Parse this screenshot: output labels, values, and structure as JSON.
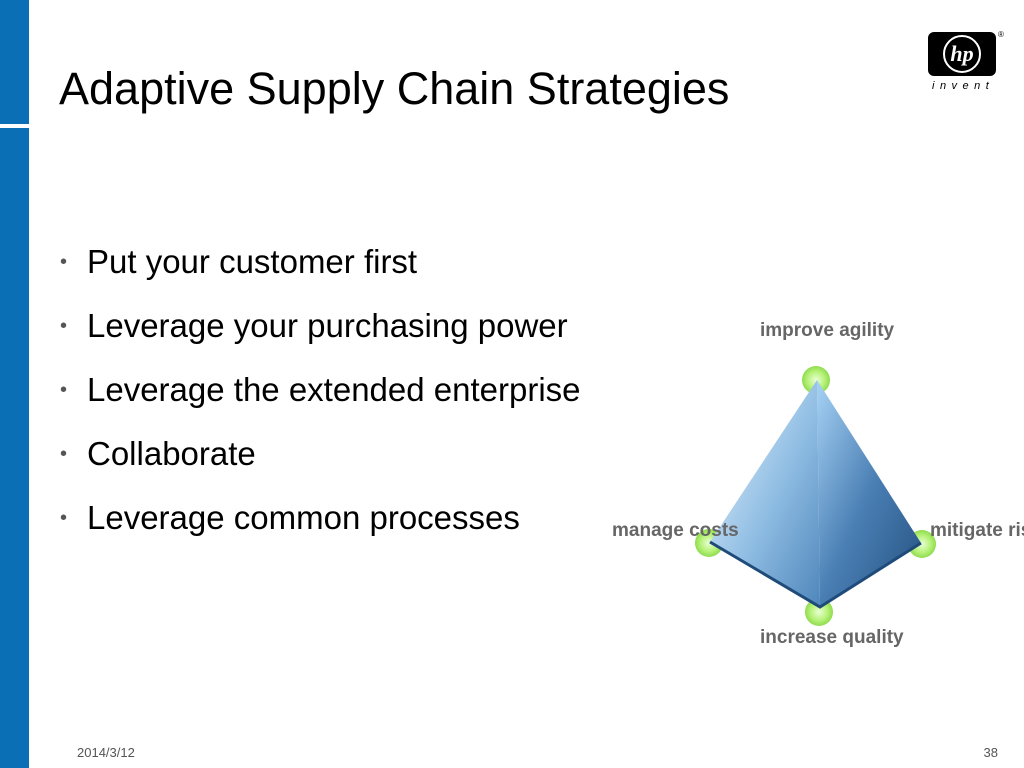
{
  "slide": {
    "title": "Adaptive Supply Chain Strategies",
    "bullets": [
      "Put your customer first",
      "Leverage your purchasing power",
      "Leverage the extended enterprise",
      "Collaborate",
      "Leverage common processes"
    ],
    "bullet_glyph": "•",
    "footer": {
      "date": "2014/3/12",
      "page": "38"
    }
  },
  "logo": {
    "mark": "hp",
    "tagline": "invent",
    "registered": "®"
  },
  "diagram": {
    "top": "improve agility",
    "left": "manage costs",
    "right": "mitigate risk",
    "bottom": "increase quality"
  },
  "colors": {
    "accent_bar": "#0b6fb5",
    "pyramid_light": "#dcefff",
    "pyramid_mid": "#6fa9d6",
    "pyramid_dark": "#2c5d8e",
    "node_green": "#b8f27a",
    "label_gray": "#666666"
  }
}
